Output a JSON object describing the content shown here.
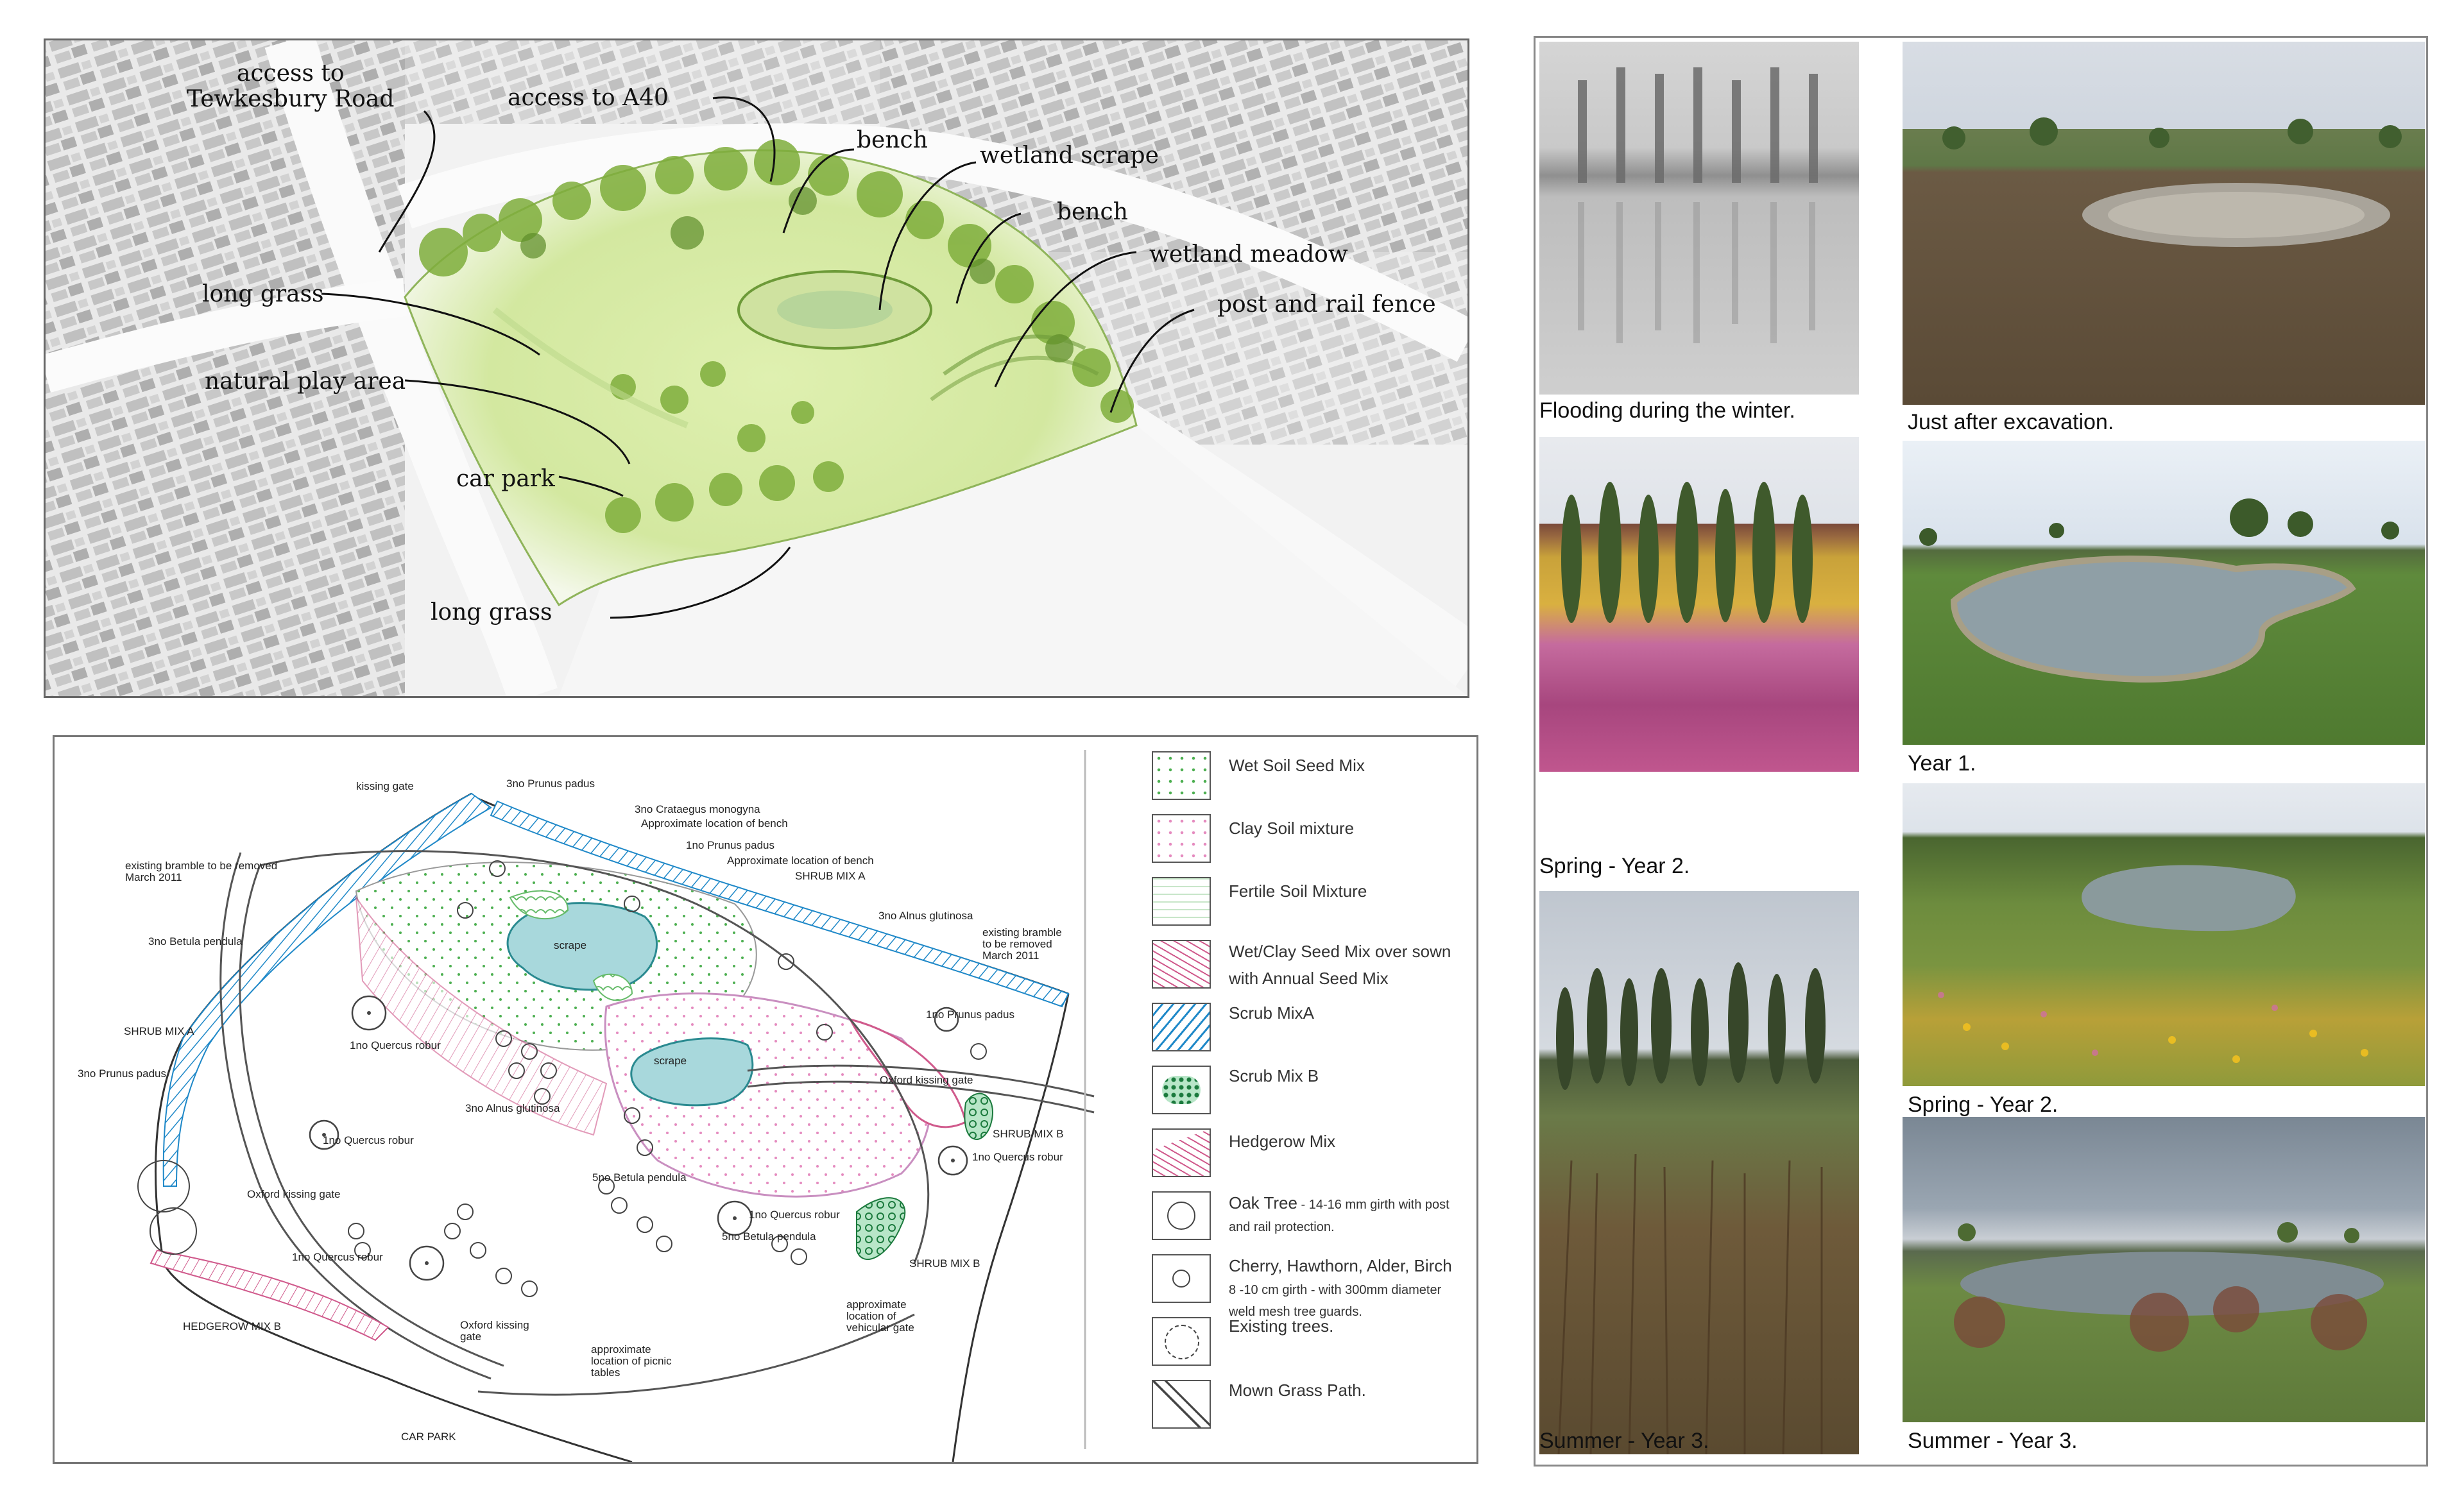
{
  "illustration": {
    "callouts": [
      {
        "id": "tewkesbury",
        "text": "access to\nTewkesbury Road"
      },
      {
        "id": "a40",
        "text": "access to A40"
      },
      {
        "id": "bench1",
        "text": "bench"
      },
      {
        "id": "scrape",
        "text": "wetland scrape"
      },
      {
        "id": "bench2",
        "text": "bench"
      },
      {
        "id": "meadow",
        "text": "wetland meadow"
      },
      {
        "id": "fence",
        "text": "post and rail fence"
      },
      {
        "id": "longgrass1",
        "text": "long grass"
      },
      {
        "id": "play",
        "text": "natural play area"
      },
      {
        "id": "carpark",
        "text": "car park"
      },
      {
        "id": "longgrass2",
        "text": "long grass"
      }
    ]
  },
  "plan": {
    "labels": [
      "kissing gate",
      "3no Prunus padus",
      "3no Crataegus monogyna",
      "Approximate location of bench",
      "1no Prunus padus",
      "Approximate location of bench",
      "SHRUB MIX A",
      "existing bramble to be removed\nMarch 2011",
      "3no Alnus glutinosa",
      "existing bramble\nto be removed\nMarch 2011",
      "3no Betula pendula",
      "scrape",
      "1no Prunus padus",
      "SHRUB MIX A",
      "1no Quercus robur",
      "scrape",
      "Oxford kissing gate",
      "3no Prunus padus",
      "3no Alnus glutinosa",
      "SHRUB MIX B",
      "1no Quercus robur",
      "1no Quercus robur",
      "Oxford kissing gate",
      "5no Betula pendula",
      "1no Quercus robur",
      "5no Betula pendula",
      "1no Quercus robur",
      "SHRUB MIX B",
      "HEDGEROW MIX B",
      "Oxford kissing\ngate",
      "approximate\nlocation of\nvehicular gate",
      "approximate\nlocation of picnic\ntables",
      "CAR PARK"
    ],
    "legend": [
      {
        "label": "Wet Soil Seed Mix",
        "sub": ""
      },
      {
        "label": "Clay Soil mixture",
        "sub": ""
      },
      {
        "label": "Fertile Soil Mixture",
        "sub": ""
      },
      {
        "label": "Wet/Clay Seed Mix over sown",
        "sub": "with Annual Seed Mix"
      },
      {
        "label": "Scrub MixA",
        "sub": ""
      },
      {
        "label": "Scrub Mix B",
        "sub": ""
      },
      {
        "label": "Hedgerow Mix",
        "sub": ""
      },
      {
        "label": "Oak Tree",
        "sub": " - 14-16 mm girth with post",
        "sub2": "and rail protection."
      },
      {
        "label": "Cherry, Hawthorn, Alder, Birch",
        "sub": "8 -10 cm girth - with 300mm diameter",
        "sub2": "weld mesh tree guards."
      },
      {
        "label": "Existing trees.",
        "sub": ""
      },
      {
        "label": "Mown Grass Path.",
        "sub": ""
      }
    ]
  },
  "photos": [
    {
      "id": "flood",
      "caption": "Flooding during the winter."
    },
    {
      "id": "excavation",
      "caption": "Just after excavation."
    },
    {
      "id": "spring2a",
      "caption": "Spring - Year 2."
    },
    {
      "id": "year1",
      "caption": "Year 1."
    },
    {
      "id": "spring2b",
      "caption": "Spring - Year 2."
    },
    {
      "id": "summer3a",
      "caption": "Summer - Year 3."
    },
    {
      "id": "summer3b",
      "caption": "Summer  - Year 3."
    }
  ]
}
